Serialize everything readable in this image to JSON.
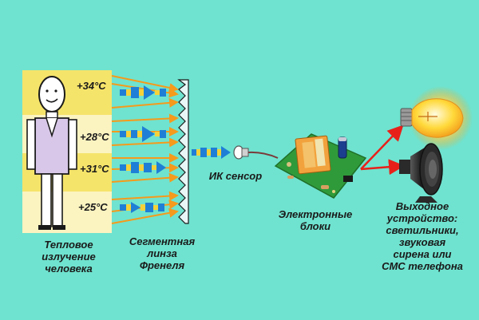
{
  "labels": {
    "human_radiation": [
      "Тепловое",
      "излучение",
      "человека"
    ],
    "fresnel_lens": [
      "Сегментная",
      "линза",
      "Френеля"
    ],
    "ir_sensor": "ИК сенсор",
    "electronic_blocks": [
      "Электронные",
      "блоки"
    ],
    "output_devices": [
      "Выходное",
      "устройство:",
      "светильники,",
      "звуковая",
      "сирена или",
      "СМС телефона"
    ]
  },
  "temperatures": [
    "+34°C",
    "+28°C",
    "+31°C",
    "+25°C"
  ],
  "colors": {
    "background": "#6fe3cf",
    "zone_yellow": "#f5e46a",
    "zone_light": "#fbf3c0",
    "ray_orange": "#f59a1c",
    "arrow_red": "#e8201a",
    "board_green": "#2f9a3a",
    "signal_blue": "#1f7fd6"
  },
  "icons": [
    "person-figure",
    "fresnel-lens-icon",
    "ir-sensor-icon",
    "circuit-board-icon",
    "light-bulb-icon",
    "siren-speaker-icon"
  ]
}
